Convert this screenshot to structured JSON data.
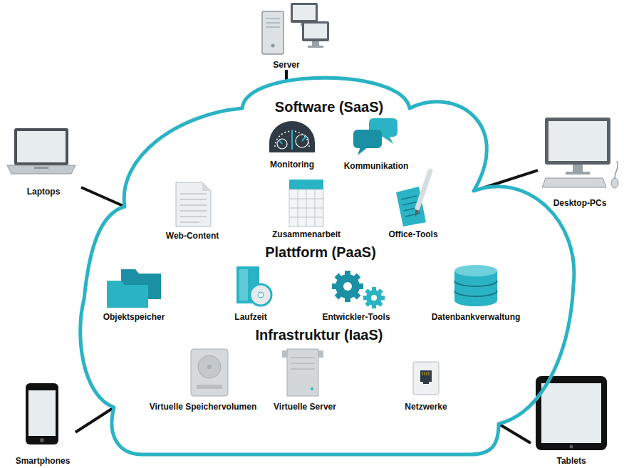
{
  "diagram": {
    "nodes": [
      {
        "text": [
          "Server"
        ]
      },
      {
        "text": [
          "Software (SaaS)",
          "Plattform (PaaS)",
          "Infrastruktur (IaaS)"
        ]
      },
      {
        "text": [
          "Laptops"
        ]
      },
      {
        "text": [
          "Desktop-PCs"
        ]
      },
      {
        "text": [
          "Monitoring"
        ],
        "in": 1
      },
      {
        "text": [
          "Kommunikation"
        ],
        "in": 1
      },
      {
        "text": [
          "Web-Content"
        ],
        "in": 1
      },
      {
        "text": [
          "Zusammenarbeit"
        ],
        "in": 1
      },
      {
        "text": [
          "Office-Tools"
        ],
        "in": 1
      },
      {
        "text": [
          "Objektspeicher"
        ],
        "in": 1
      },
      {
        "text": [
          "Laufzeit"
        ],
        "in": 1
      },
      {
        "text": [
          "Entwickler-Tools"
        ],
        "in": 1
      },
      {
        "text": [
          "Datenbankverwaltung"
        ],
        "in": 1
      },
      {
        "text": [
          "Virtuelle Speichervolumen"
        ],
        "in": 1
      },
      {
        "text": [
          "Virtuelle Server"
        ],
        "in": 1
      },
      {
        "text": [
          "Netzwerke"
        ],
        "in": 1
      },
      {
        "text": [
          "Smartphones"
        ]
      },
      {
        "text": [
          "Tablets"
        ]
      }
    ],
    "edges": [
      {
        "from": 0,
        "to": 1,
        "arrow": "none"
      },
      {
        "from": 2,
        "to": 1,
        "arrow": "none"
      },
      {
        "from": 3,
        "to": 1,
        "arrow": "none"
      },
      {
        "from": 16,
        "to": 1,
        "arrow": "none"
      },
      {
        "from": 17,
        "to": 1,
        "arrow": "none"
      }
    ]
  }
}
